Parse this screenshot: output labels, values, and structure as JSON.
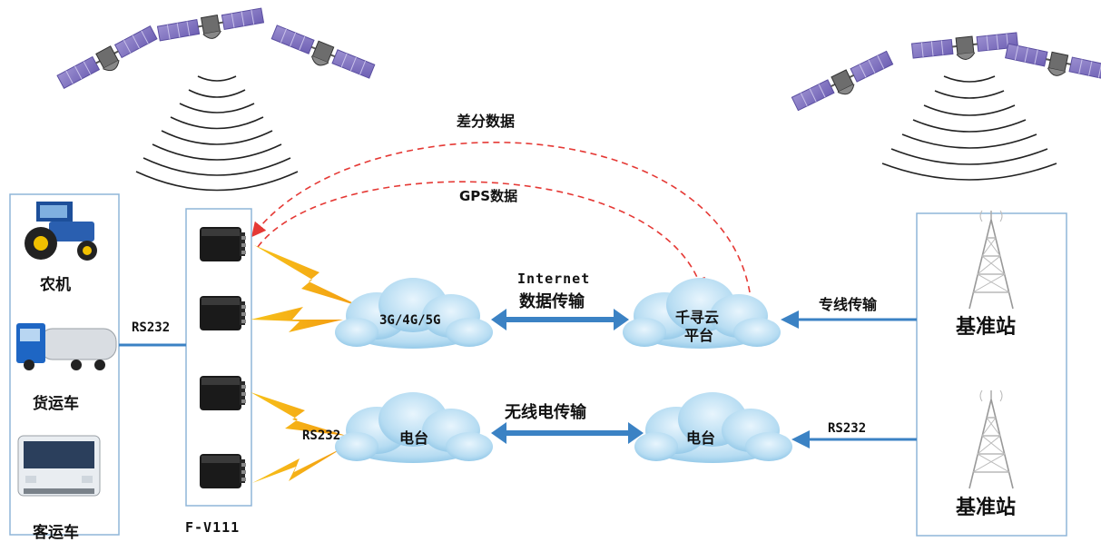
{
  "vehicles": {
    "tractor_label": "农机",
    "truck_label": "货运车",
    "bus_label": "客运车"
  },
  "links": {
    "rs232_vehicle": "RS232",
    "rs232_radio": "RS232",
    "rs232_station": "RS232",
    "internet_line1": "Internet",
    "internet_line2": "数据传输",
    "radio_transfer": "无线电传输",
    "dedicated_line": "专线传输",
    "differential_data": "差分数据",
    "gps_data": "GPS数据"
  },
  "clouds": {
    "network": "3G/4G/5G",
    "platform_line1": "千寻云",
    "platform_line2": "平台",
    "radio_left": "电台",
    "radio_right": "电台"
  },
  "device": {
    "name": "F-V111"
  },
  "stations": {
    "top_label": "基准站",
    "bottom_label": "基准站"
  },
  "colors": {
    "panel_border": "#8fb6d8",
    "arrow_blue": "#3b82c4",
    "dashed_red": "#e53935",
    "signal_yellow": "#f4b400",
    "cloud_fill": "#a9d3ee"
  }
}
